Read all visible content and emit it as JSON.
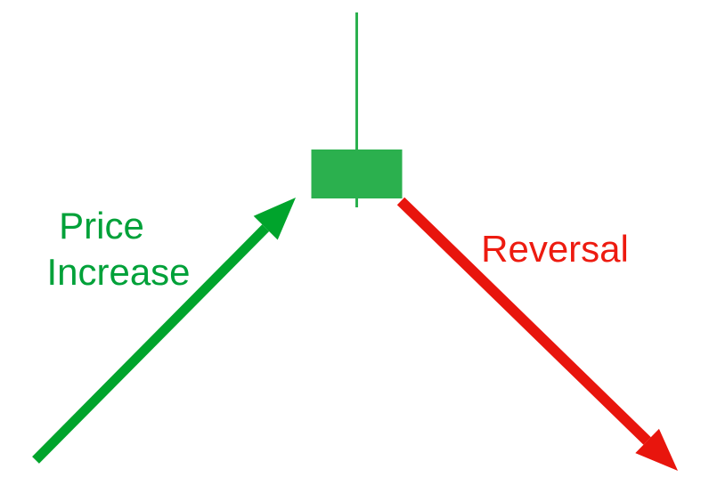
{
  "diagram": {
    "type": "candlestick-reversal-pattern",
    "background_color": "#ffffff",
    "candlestick": {
      "name": "shooting-star-candle",
      "body_color": "#2bb04e",
      "wick_color": "#2bb04e"
    },
    "up_arrow": {
      "direction": "up-right",
      "color": "#00a42c",
      "label_line1": "Price",
      "label_line2": "Increase",
      "label_color": "#00a139"
    },
    "down_arrow": {
      "direction": "down-right",
      "color": "#e8150d",
      "label": "Reversal",
      "label_color": "#ed1b10"
    }
  }
}
